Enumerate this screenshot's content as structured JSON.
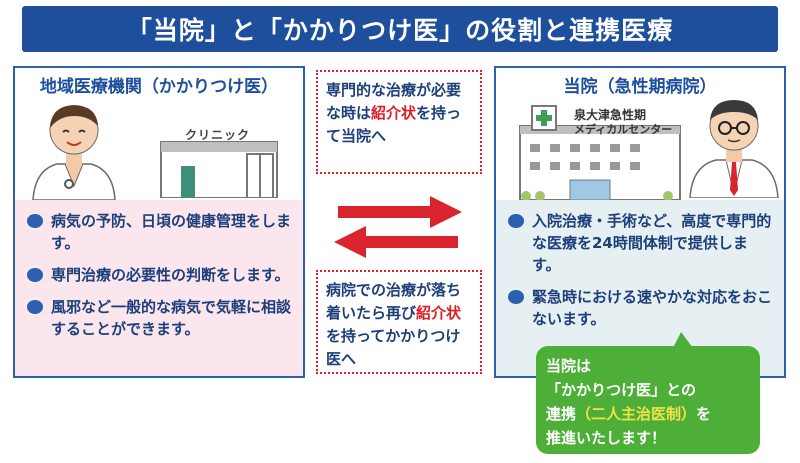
{
  "title": "「当院」と「かかりつけ医」の役割と連携医療",
  "left_panel": {
    "title": "地域医療機関（かかりつけ医）",
    "clinic_label": "クリニック",
    "bullets": [
      "病気の予防、日頃の健康管理をします。",
      "専門治療の必要性の判断をします。",
      "風邪など一般的な病気で気軽に相談することができます。"
    ]
  },
  "right_panel": {
    "title": "当院（急性期病院）",
    "hospital_name_line1": "泉大津急性期",
    "hospital_name_line2": "メディカルセンター",
    "bullets": [
      "入院治療・手術など、高度で専門的な医療を24時間体制で提供します。",
      "緊急時における速やかな対応をおこないます。"
    ]
  },
  "note_top": {
    "pre": "専門的な治療が必要な時は",
    "highlight": "紹介状",
    "post": "を持って当院へ"
  },
  "note_bottom": {
    "pre": "病院での治療が落ち着いたら再び",
    "highlight": "紹介状",
    "post": "を持ってかかりつけ医へ"
  },
  "bubble": {
    "line1": "当院は",
    "line2": "「かかりつけ医」との",
    "line3_pre": "連携",
    "line3_highlight": "（二人主治医制）",
    "line3_post": "を",
    "line4": "推進いたします！"
  },
  "colors": {
    "title_bg": "#1d4f9c",
    "panel_border": "#2b5fb0",
    "left_body_bg": "#fbe6ee",
    "right_body_bg": "#e6f0f2",
    "arrow_red": "#d9232d",
    "bubble_green": "#4daf38",
    "highlight_red": "#e01b24",
    "highlight_yellow": "#f4e04a"
  }
}
